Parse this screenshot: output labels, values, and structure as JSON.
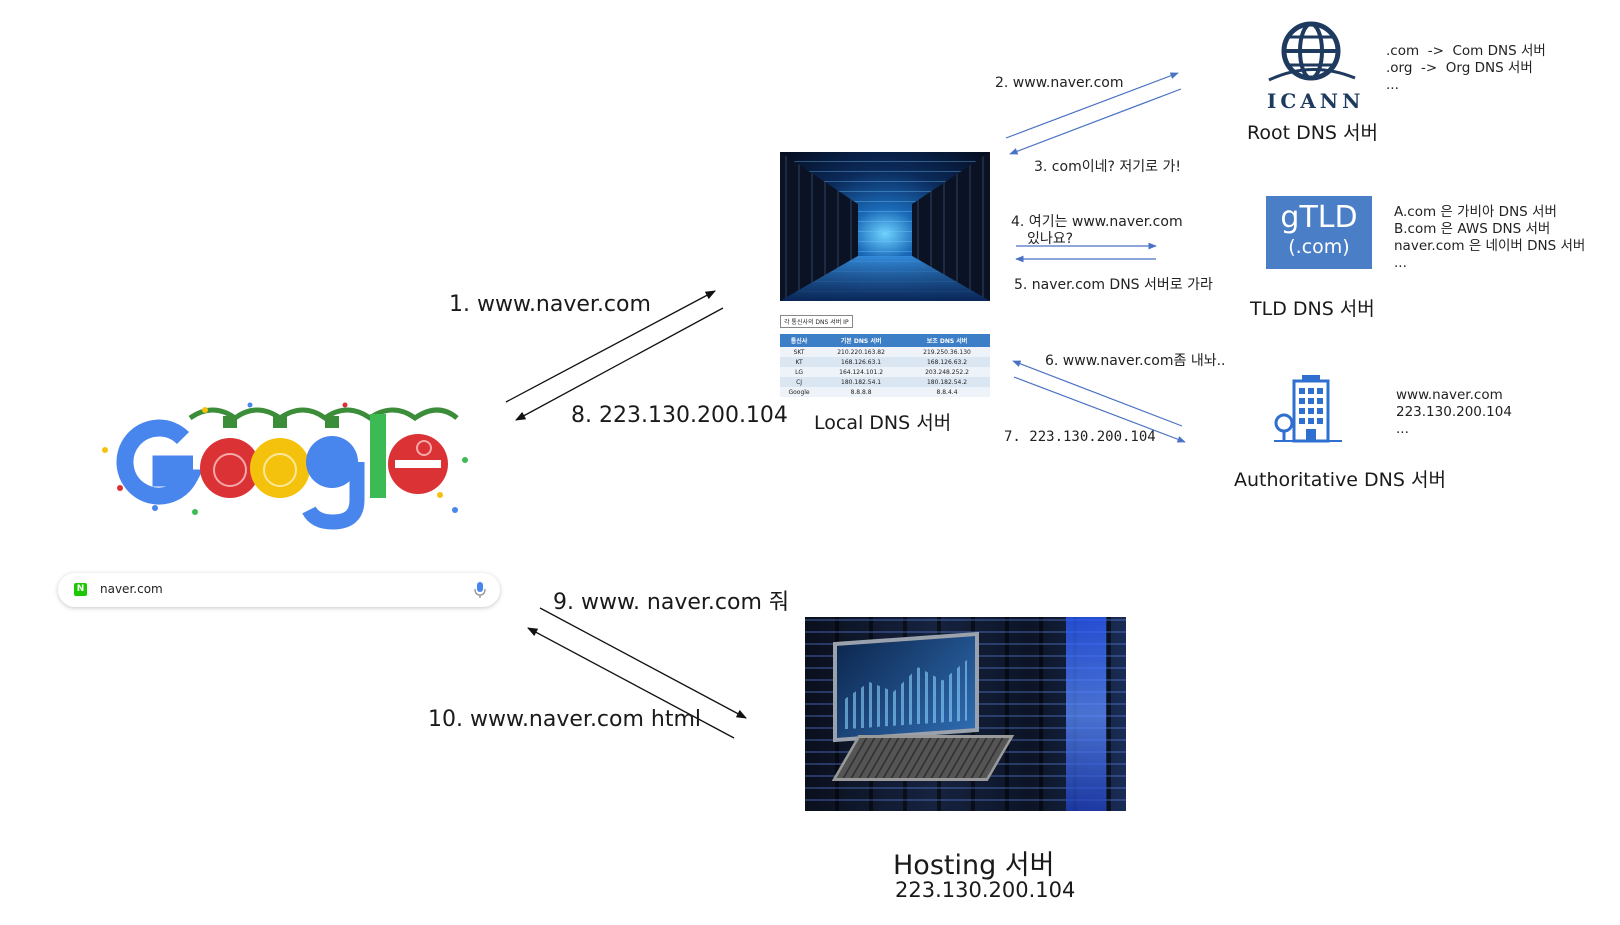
{
  "colors": {
    "accent_blue": "#4a7fc8",
    "arrow_blue": "#4a72c4",
    "arrow_black": "#111111",
    "table_header": "#3d7fc6",
    "naver_green": "#1ec800"
  },
  "google_logo": {
    "text": "Google",
    "icon": "google-holiday-logo"
  },
  "search_bar": {
    "query": "naver.com",
    "site_icon": "naver-icon",
    "mic_icon": "mic-icon",
    "naver_icon_letter": "N"
  },
  "local_dns": {
    "label": "Local DNS 서버",
    "image_icon": "server-room",
    "table": {
      "title": "각 통신사의 DNS 서버 IP",
      "headers": [
        "통신사",
        "기본 DNS 서버",
        "보조 DNS 서버"
      ],
      "rows": [
        [
          "SKT",
          "210.220.163.82",
          "219.250.36.130"
        ],
        [
          "KT",
          "168.126.63.1",
          "168.126.63.2"
        ],
        [
          "LG",
          "164.124.101.2",
          "203.248.252.2"
        ],
        [
          "CJ",
          "180.182.54.1",
          "180.182.54.2"
        ],
        [
          "Google",
          "8.8.8.8",
          "8.8.4.4"
        ]
      ]
    }
  },
  "root_dns": {
    "logo_text": "ICANN",
    "label": "Root DNS 서버",
    "note": [
      ".com  ->  Com DNS 서버",
      ".org  ->  Org DNS 서버",
      "..."
    ]
  },
  "tld_dns": {
    "box_title": "gTLD",
    "box_sub": "(.com)",
    "label": "TLD DNS 서버",
    "note": [
      "A.com 은 가비아 DNS 서버",
      "B.com 은 AWS DNS 서버",
      "naver.com 은 네이버 DNS 서버",
      "..."
    ]
  },
  "auth_dns": {
    "icon": "building-icon",
    "label": "Authoritative DNS 서버",
    "note": [
      "www.naver.com",
      "223.130.200.104",
      "..."
    ]
  },
  "hosting": {
    "label": "Hosting 서버",
    "ip": "223.130.200.104",
    "image_icon": "server-laptop"
  },
  "steps": {
    "s1": "1. www.naver.com",
    "s2": "2. www.naver.com",
    "s3": "3. com이네? 저기로 가!",
    "s4a": "4. 여기는 www.naver.com",
    "s4b": "있나요?",
    "s5": "5. naver.com DNS 서버로 가라",
    "s6": "6. www.naver.com좀 내놔..",
    "s7": "7. 223.130.200.104",
    "s8": "8. 223.130.200.104",
    "s9": "9. www. naver.com 줘",
    "s10": "10. www.naver.com html"
  }
}
